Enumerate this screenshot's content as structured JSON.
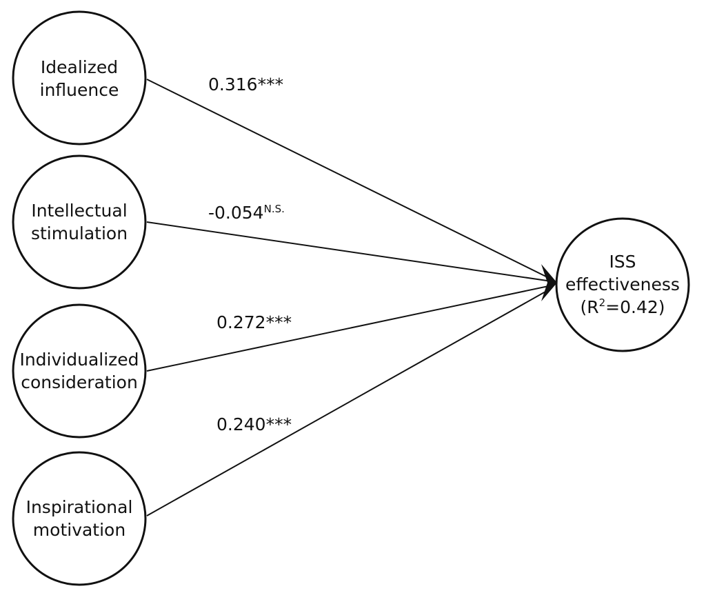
{
  "colors": {
    "stroke": "#111111",
    "background": "#ffffff"
  },
  "nodes": {
    "idealized": {
      "line1": "Idealized",
      "line2": "influence"
    },
    "intellectual": {
      "line1": "Intellectual",
      "line2": "stimulation"
    },
    "individualized": {
      "line1": "Individualized",
      "line2": "consideration"
    },
    "inspirational": {
      "line1": "Inspirational",
      "line2": "motivation"
    },
    "iss": {
      "line1": "ISS",
      "line2": "effectiveness",
      "r2_prefix": "(R",
      "r2_sup": "2",
      "r2_suffix": "=0.42)"
    }
  },
  "paths": [
    {
      "from": "Idealized influence",
      "to": "ISS effectiveness",
      "value": "0.316",
      "significance": "***"
    },
    {
      "from": "Intellectual stimulation",
      "to": "ISS effectiveness",
      "value": "-0.054",
      "significance": "N.S."
    },
    {
      "from": "Individualized consideration",
      "to": "ISS effectiveness",
      "value": "0.272",
      "significance": "***"
    },
    {
      "from": "Inspirational motivation",
      "to": "ISS effectiveness",
      "value": "0.240",
      "significance": "***"
    }
  ]
}
